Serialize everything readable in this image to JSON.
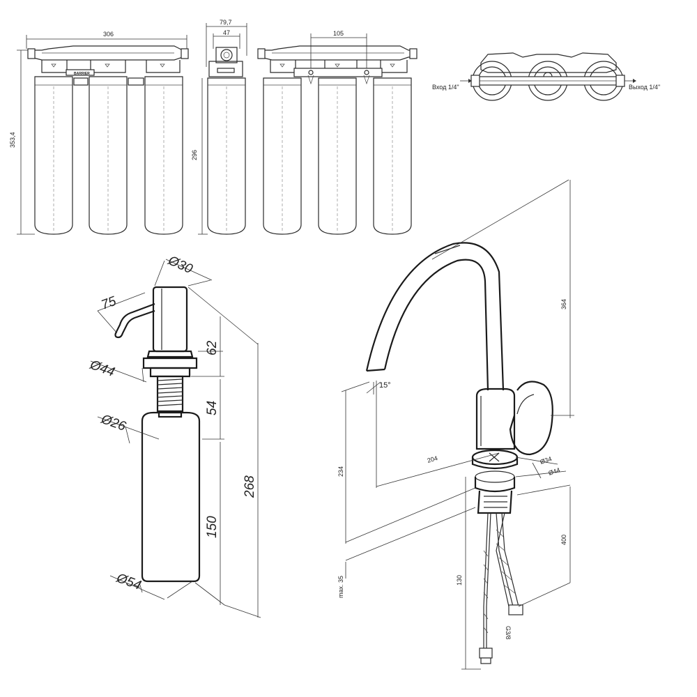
{
  "filter": {
    "dim_width": "306",
    "dim_height": "353,4",
    "dim_side_depth": "79,7",
    "dim_side_inner": "47",
    "dim_body_height": "296",
    "dim_mount_spacing": "105",
    "brand": "BARRIER",
    "inlet_label": "Вход 1/4\"",
    "outlet_label": "Выход 1/4\""
  },
  "dispenser": {
    "dim_head_diameter": "Ø30",
    "dim_spout_length": "75",
    "dim_head_height": "62",
    "dim_flange_diameter": "Ø44",
    "dim_thread_length": "54",
    "dim_thread_diameter": "Ø26",
    "dim_total_height": "268",
    "dim_bottle_height": "150",
    "dim_bottle_diameter": "Ø54"
  },
  "faucet": {
    "dim_reach": "204",
    "dim_spout_angle": "15°",
    "dim_total_height": "364",
    "dim_spout_height": "234",
    "dim_base_inner": "Ø34",
    "dim_base_outer": "Ø44",
    "dim_countertop": "max. 35",
    "dim_stud_length": "130",
    "dim_hose_length": "400",
    "hose_thread": "G3/8"
  }
}
